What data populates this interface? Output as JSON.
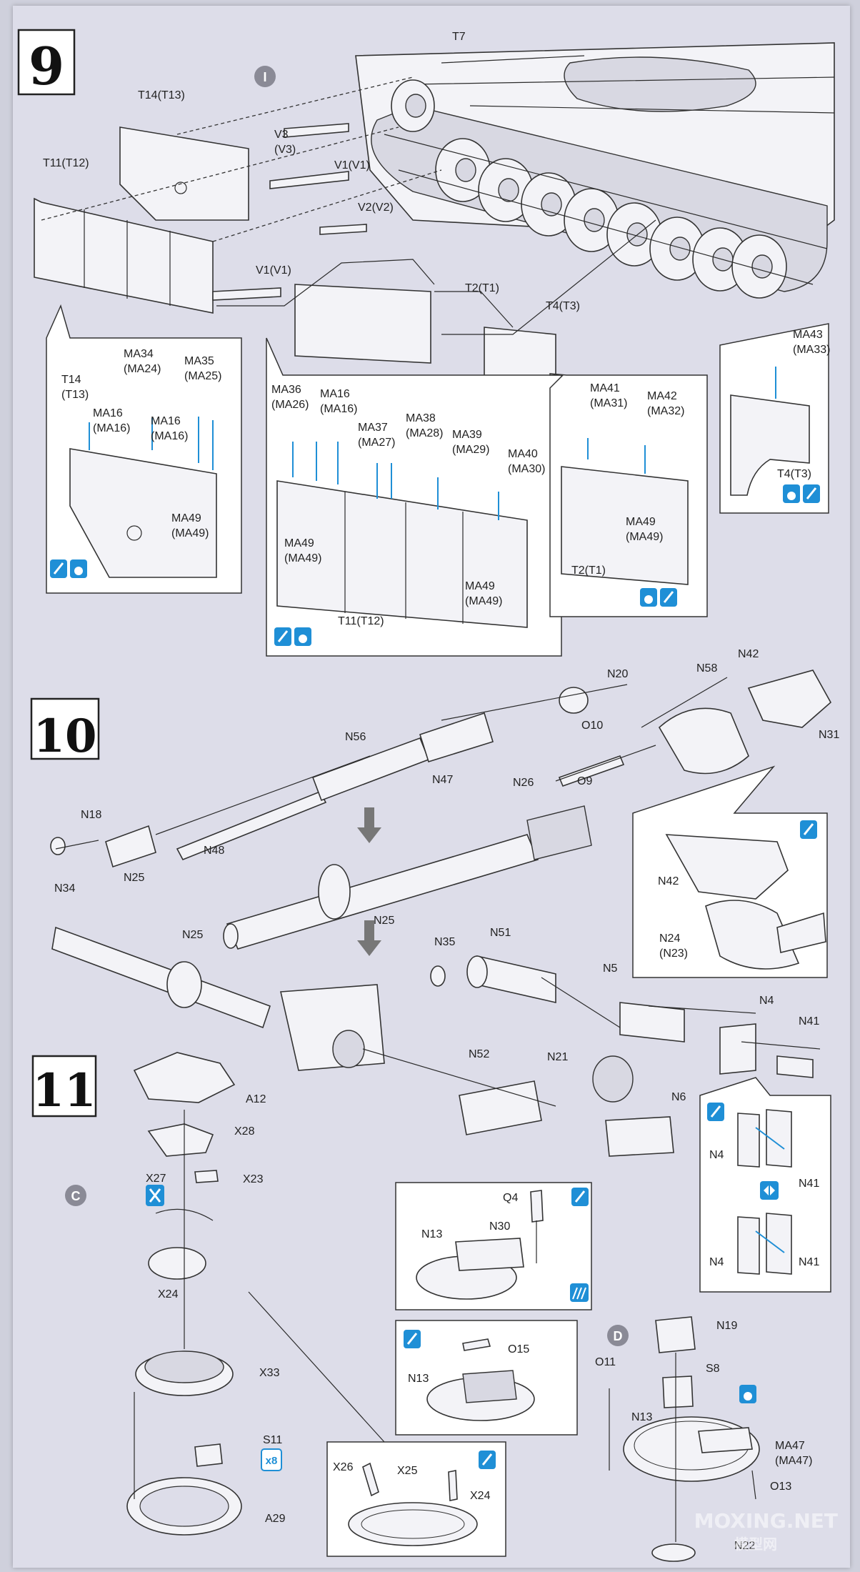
{
  "steps": [
    {
      "number": "9",
      "marker": "I",
      "labels": [
        "T7",
        "T14(T13)",
        "V3",
        "(V3)",
        "V1(V1)",
        "T11(T12)",
        "V2(V2)",
        "V1(V1)",
        "T2(T1)",
        "T4(T3)"
      ],
      "detail_left": [
        "T14",
        "(T13)",
        "MA34",
        "(MA24)",
        "MA35",
        "(MA25)",
        "MA16",
        "(MA16)",
        "MA16",
        "(MA16)",
        "MA49",
        "(MA49)"
      ],
      "detail_mid": [
        "MA36",
        "(MA26)",
        "MA16",
        "(MA16)",
        "MA37",
        "(MA27)",
        "MA38",
        "(MA28)",
        "MA39",
        "(MA29)",
        "MA40",
        "(MA30)",
        "MA49",
        "(MA49)",
        "MA49",
        "(MA49)",
        "T11(T12)"
      ],
      "detail_right1": [
        "MA41",
        "(MA31)",
        "MA42",
        "(MA32)",
        "MA49",
        "(MA49)",
        "T2(T1)"
      ],
      "detail_right2": [
        "MA43",
        "(MA33)",
        "T4(T3)"
      ]
    },
    {
      "number": "10",
      "labels": [
        "N20",
        "N58",
        "N42",
        "N31",
        "O10",
        "N56",
        "N47",
        "N26",
        "O9",
        "N18",
        "N48",
        "N34",
        "N25",
        "N25"
      ],
      "detail": [
        "N42",
        "N24",
        "(N23)"
      ]
    },
    {
      "number": "11",
      "marker": "C",
      "marker2": "D",
      "labels": [
        "N25",
        "N35",
        "N51",
        "N5",
        "N4",
        "N41",
        "N52",
        "N21",
        "N6",
        "A12",
        "X28",
        "X27",
        "X23",
        "X24",
        "X33",
        "S11",
        "A29",
        "X26",
        "X25",
        "X24"
      ],
      "detail_n4": [
        "N4",
        "N41",
        "N4",
        "N41"
      ],
      "detail_n13a": [
        "Q4",
        "N13",
        "N30"
      ],
      "detail_n13b": [
        "O15",
        "N13"
      ],
      "detail_d": [
        "N19",
        "O11",
        "S8",
        "N13",
        "MA47",
        "(MA47)",
        "O13",
        "N22"
      ],
      "qty": "x8"
    }
  ],
  "watermark": {
    "text": "MOXING.NET",
    "sub": "模型网"
  }
}
